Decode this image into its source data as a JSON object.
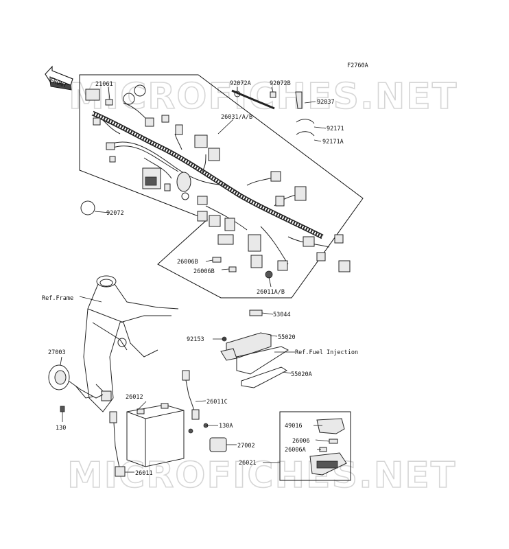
{
  "diagram_code": "F2760A",
  "front_label": "FRONT",
  "watermarks": [
    "MICROFICHES.NET",
    "MICROFICHES.NET"
  ],
  "refs": {
    "frame": "Ref.Frame",
    "fuel_injection": "Ref.Fuel Injection"
  },
  "labels": {
    "p21061": "21061",
    "p92072A": "92072A",
    "p92072B": "92072B",
    "p92037": "92037",
    "p26031": "26031/A/B",
    "p92171": "92171",
    "p92171A": "92171A",
    "p92072": "92072",
    "p26006B_1": "26006B",
    "p26006B_2": "26006B",
    "p26011AB": "26011A/B",
    "p53044": "53044",
    "p92153": "92153",
    "p55020": "55020",
    "p55020A": "55020A",
    "p27003": "27003",
    "p26012": "26012",
    "p26011C": "26011C",
    "p130": "130",
    "p130A": "130A",
    "p27002": "27002",
    "p49016": "49016",
    "p26006": "26006",
    "p26006A": "26006A",
    "p26021": "26021",
    "p26011": "26011"
  }
}
